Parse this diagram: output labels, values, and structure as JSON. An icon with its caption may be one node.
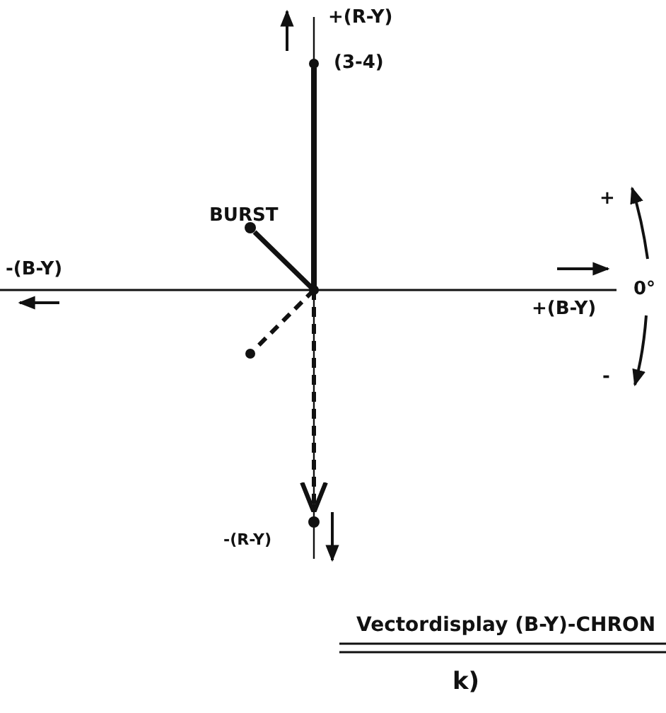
{
  "diagram": {
    "title": "Vectordisplay (B-Y)-CHRON",
    "caption": "k)",
    "labels": [
      "+(R-Y)",
      "(3-4)",
      "BURST",
      "-(B-Y)",
      "+",
      "0°",
      "+(B-Y)",
      "-",
      "-(R-Y)"
    ]
  }
}
